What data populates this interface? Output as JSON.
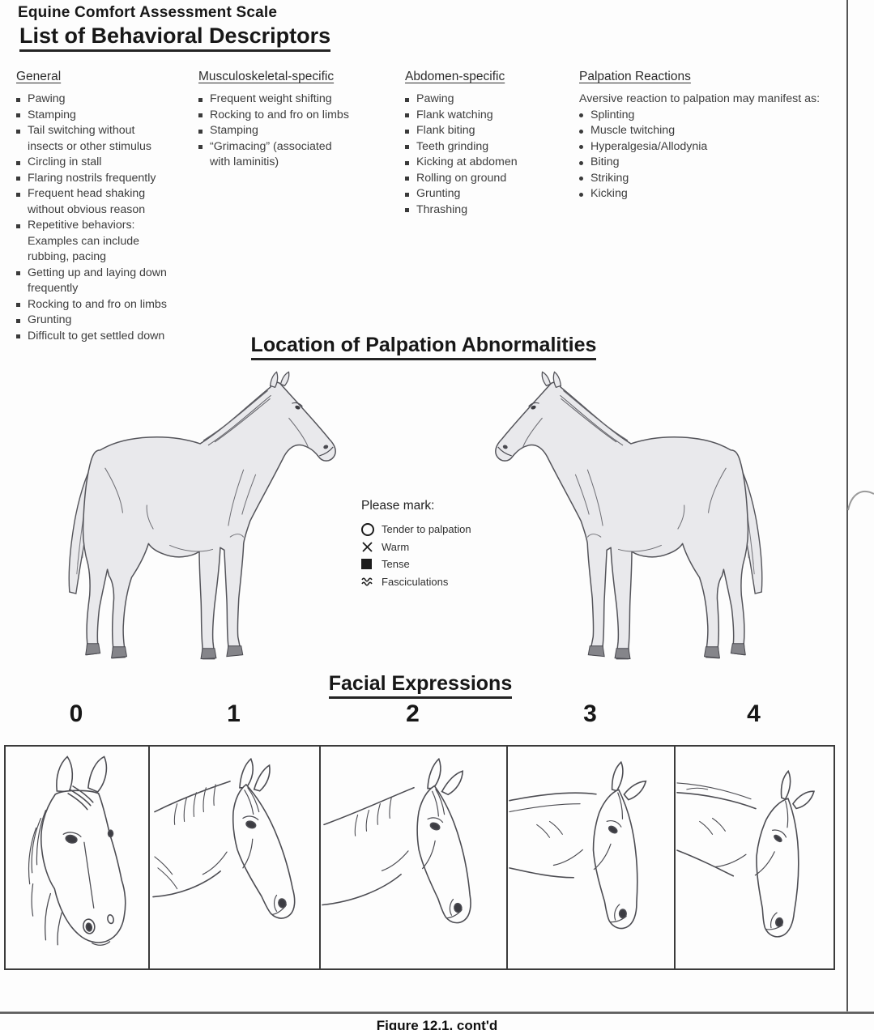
{
  "document": {
    "title": "Equine Comfort Assessment Scale",
    "heading": "List of Behavioral Descriptors",
    "figure_caption": "Figure 12.1, cont'd"
  },
  "descriptor_columns": [
    {
      "heading": "General",
      "items": [
        "Pawing",
        "Stamping",
        "Tail switching without\ninsects or other stimulus",
        "Circling in stall",
        "Flaring nostrils frequently",
        "Frequent head shaking\nwithout obvious reason",
        "Repetitive behaviors:\nExamples can include\nrubbing, pacing",
        "Getting up and laying down\nfrequently",
        "Rocking to and fro on limbs",
        "Grunting",
        "Difficult to get settled down"
      ]
    },
    {
      "heading": "Musculoskeletal-specific",
      "items": [
        "Frequent weight shifting",
        "Rocking to and fro on limbs",
        "Stamping",
        "“Grimacing” (associated\nwith laminitis)"
      ]
    },
    {
      "heading": "Abdomen-specific",
      "items": [
        "Pawing",
        "Flank watching",
        "Flank biting",
        "Teeth grinding",
        "Kicking at abdomen",
        "Rolling on ground",
        "Grunting",
        "Thrashing"
      ]
    },
    {
      "heading": "Palpation Reactions",
      "intro": "Aversive reaction to palpation may manifest as:",
      "items": [
        "Splinting",
        "Muscle twitching",
        "Hyperalgesia/Allodynia",
        "Biting",
        "Striking",
        "Kicking"
      ]
    }
  ],
  "palpation_section": {
    "heading": "Location of Palpation Abnormalities",
    "legend": {
      "title": "Please mark:",
      "items": [
        {
          "icon": "circle-outline-icon",
          "label": "Tender to palpation"
        },
        {
          "icon": "x-mark-icon",
          "label": "Warm"
        },
        {
          "icon": "filled-square-icon",
          "label": "Tense"
        },
        {
          "icon": "wavy-lines-icon",
          "label": "Fasciculations"
        }
      ]
    }
  },
  "facial_section": {
    "heading": "Facial Expressions",
    "scores": [
      "0",
      "1",
      "2",
      "3",
      "4"
    ]
  },
  "colors": {
    "body_text": "#3d3d3d",
    "heading_text": "#171717",
    "horse_fill": "#e9e9ec",
    "line_art": "#54545a",
    "rule": "#555555"
  }
}
